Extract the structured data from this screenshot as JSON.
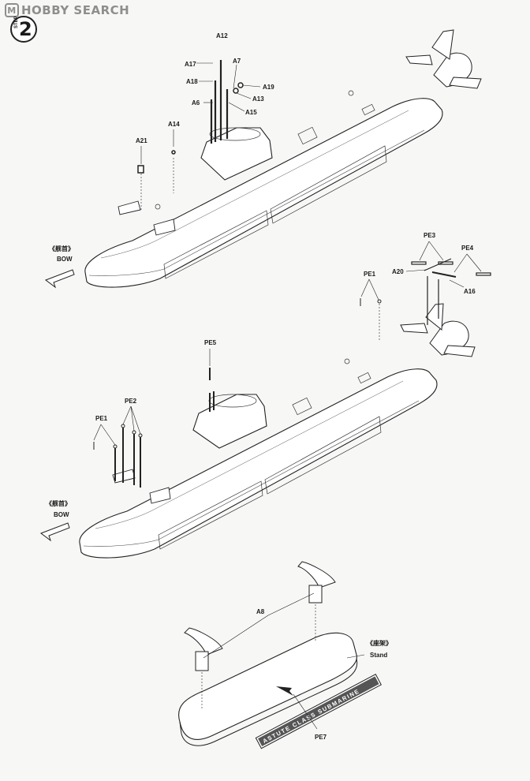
{
  "watermark": {
    "logo": "M",
    "text": "HOBBY SEARCH"
  },
  "step": {
    "word": "STEP",
    "number": "2"
  },
  "top_view": {
    "parts": {
      "a12": "A12",
      "a17": "A17",
      "a7": "A7",
      "a18": "A18",
      "a19": "A19",
      "a13": "A13",
      "a6": "A6",
      "a15": "A15",
      "a14": "A14",
      "a21": "A21"
    },
    "bow_cn": "《舰首》",
    "bow_en": "BOW"
  },
  "middle_view": {
    "parts": {
      "pe3": "PE3",
      "pe4": "PE4",
      "a20": "A20",
      "pe1_right": "PE1",
      "a16": "A16",
      "pe5": "PE5",
      "pe2": "PE2",
      "pe1_left": "PE1"
    },
    "bow_cn": "《舰首》",
    "bow_en": "BOW"
  },
  "stand_view": {
    "a8": "A8",
    "stand_cn": "《座架》",
    "stand_en": "Stand",
    "plate_text": "ASTUTE CLASS SUBMARINE",
    "pe7": "PE7"
  }
}
